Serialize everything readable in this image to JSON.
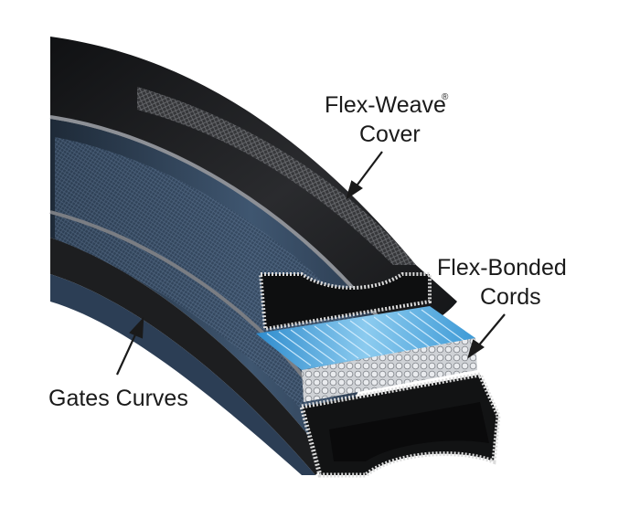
{
  "diagram": {
    "callouts": {
      "cover": {
        "line1": "Flex-Weave",
        "registered": "®",
        "line2": "Cover"
      },
      "cords": {
        "line1": "Flex-Bonded",
        "line2": "Cords"
      },
      "curves": {
        "line1": "Gates Curves"
      }
    },
    "colors": {
      "belt_body": "#1b1c1e",
      "belt_edge_gray": "#6e7177",
      "side_blue": "#3c4f66",
      "cord_blue": "#49a4dc",
      "cord_light": "#b7def4",
      "cover_weave": "#8d8f93",
      "background": "#ffffff"
    }
  }
}
